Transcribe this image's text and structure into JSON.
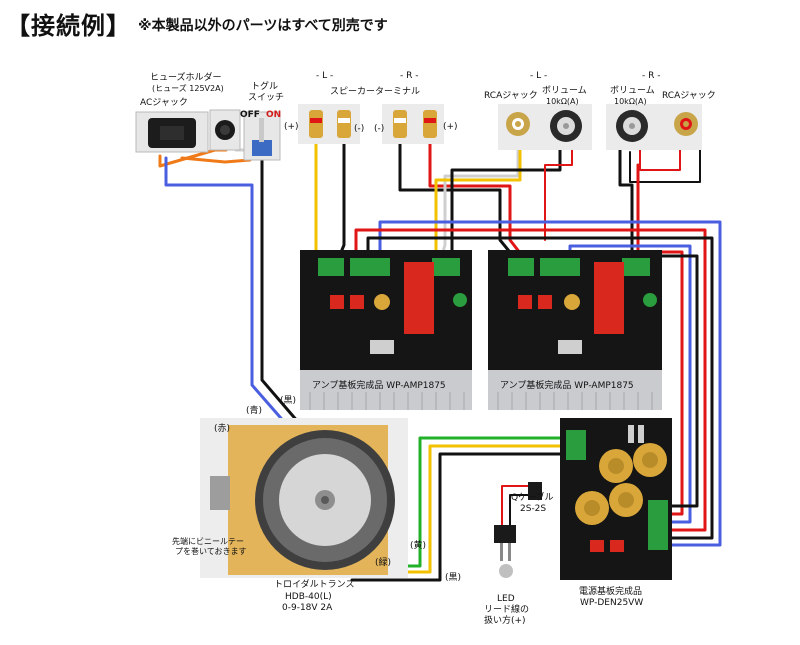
{
  "header": {
    "title": "【接続例】",
    "subtitle": "※本製品以外のパーツはすべて別売です"
  },
  "labels": {
    "fuse_holder": "ヒューズホルダー",
    "fuse_spec": "(ヒューズ 125V2A)",
    "ac_jack": "ACジャック",
    "toggle_switch_1": "トグル",
    "toggle_switch_2": "スイッチ",
    "off": "OFF",
    "on": "ON",
    "channel_l_1": "- L -",
    "channel_r_1": "- R -",
    "speaker_terminal": "スピーカーターミナル",
    "plus_1": "(+)",
    "minus_1": "(-)",
    "minus_2": "(-)",
    "plus_2": "(+)",
    "channel_l_2": "- L -",
    "channel_r_2": "- R -",
    "rca_jack_l": "RCAジャック",
    "volume_l_1": "ボリューム",
    "volume_l_2": "10kΩ(A)",
    "volume_r_1": "ボリューム",
    "volume_r_2": "10kΩ(A)",
    "rca_jack_r": "RCAジャック",
    "amp_board_l": "アンプ基板完成品 WP-AMP1875",
    "amp_board_r": "アンプ基板完成品 WP-AMP1875",
    "wire_blue": "(青)",
    "wire_black_1": "(黒)",
    "wire_red": "(赤)",
    "insulation_note_1": "先端にビニールテー",
    "insulation_note_2": "プを巻いておきます",
    "wire_yellow": "(黄)",
    "wire_green": "(緑)",
    "wire_black_2": "(黒)",
    "transformer_1": "トロイダルトランス",
    "transformer_2": "HDB-40(L)",
    "transformer_3": "0-9-18V 2A",
    "q_cable_1": "Qケーブル",
    "q_cable_2": "2S-2S",
    "led_1": "LED",
    "led_2": "リード線の",
    "led_3": "扱い方(+)",
    "psu_1": "電源基板完成品",
    "psu_2": "WP-DEN25VW"
  },
  "colors": {
    "wire_yellow": "#f2c200",
    "wire_red": "#e01515",
    "wire_black": "#111111",
    "wire_blue": "#4a5ee0",
    "wire_green": "#22b22a",
    "wire_orange": "#f07a18",
    "wire_white": "#cfcfcf",
    "board_bg": "#151515",
    "terminal_green": "#2a9d3e",
    "cap_gold": "#d9a63a",
    "resistor_red": "#d9281e",
    "heatsink": "#c9cbce"
  }
}
